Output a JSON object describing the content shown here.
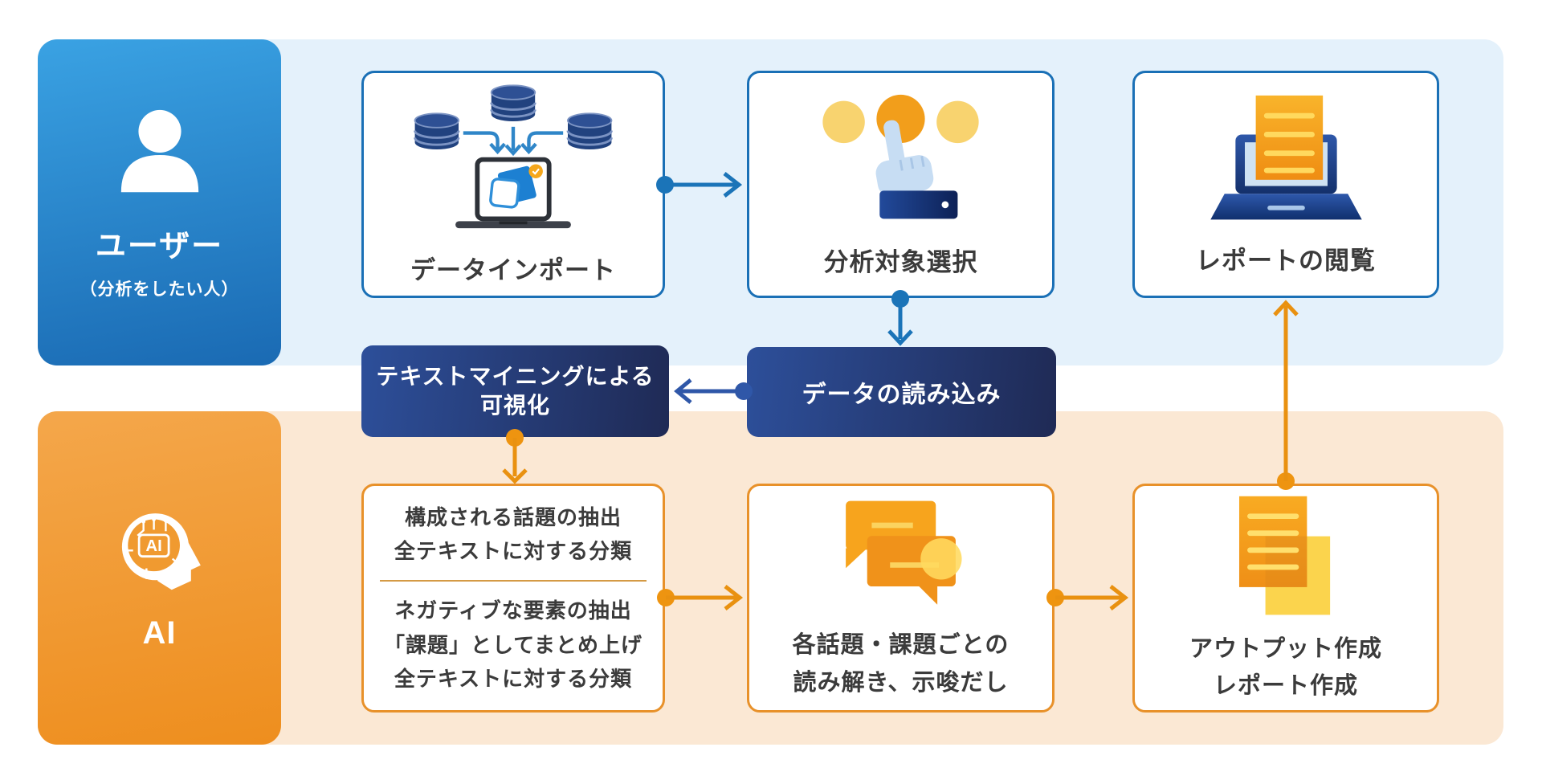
{
  "user_lane": {
    "title": "ユーザー",
    "subtitle": "（分析をしたい人）"
  },
  "ai_lane": {
    "title": "AI",
    "icon_label": "AI"
  },
  "user_steps": [
    {
      "label": "データインポート",
      "icon": "data-import-icon"
    },
    {
      "label": "分析対象選択",
      "icon": "select-target-icon"
    },
    {
      "label": "レポートの閲覧",
      "icon": "report-view-icon"
    }
  ],
  "system_boxes": [
    {
      "line1": "テキストマイニングによる",
      "line2": "可視化"
    },
    {
      "line1": "データの読み込み"
    }
  ],
  "ai_steps": [
    {
      "top_lines": [
        "構成される話題の抽出",
        "全テキストに対する分類"
      ],
      "bottom_lines": [
        "ネガティブな要素の抽出",
        "「課題」としてまとめ上げ",
        "全テキストに対する分類"
      ]
    },
    {
      "lines": [
        "各話題・課題ごとの",
        "読み解き、示唆だし"
      ],
      "icon": "chat-bubbles-icon"
    },
    {
      "lines": [
        "アウトプット作成",
        "レポート作成"
      ],
      "icon": "documents-icon"
    }
  ],
  "colors": {
    "user_band": "#e4f1fb",
    "ai_band": "#fbe8d4",
    "user_accent": "#1a70b6",
    "ai_accent": "#e8912a",
    "arrow_blue": "#1b74b8",
    "arrow_navy": "#2f57a8",
    "arrow_orange": "#e99110",
    "navy_box_gradient_left": "#2d4f9a",
    "navy_box_gradient_right": "#1f2a55",
    "sidebar_blue_top": "#3aa2e3",
    "sidebar_blue_bottom": "#1a6ab3",
    "sidebar_orange_top": "#f4a74b",
    "sidebar_orange_bottom": "#ee8e1e"
  },
  "icons": [
    "user-person-icon",
    "ai-head-icon",
    "data-import-icon",
    "select-target-icon",
    "report-view-icon",
    "chat-bubbles-icon",
    "documents-icon"
  ]
}
